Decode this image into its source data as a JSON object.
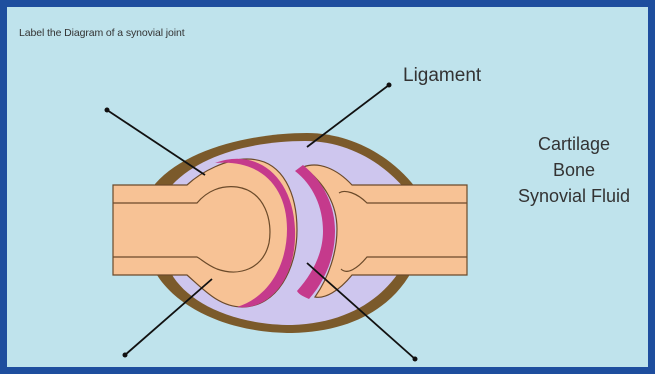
{
  "prompt": "Label the Diagram of a synovial joint",
  "diagram": {
    "given_label": "Ligament",
    "word_bank": [
      "Cartilage",
      "Bone",
      "Synovial Fluid"
    ],
    "colors": {
      "frame": "#1e4e9e",
      "background": "#bfe3ec",
      "bone": "#f7c295",
      "cartilage": "#c53a8c",
      "synovial_fluid": "#cec6ee",
      "capsule": "#7b5a2b"
    }
  }
}
